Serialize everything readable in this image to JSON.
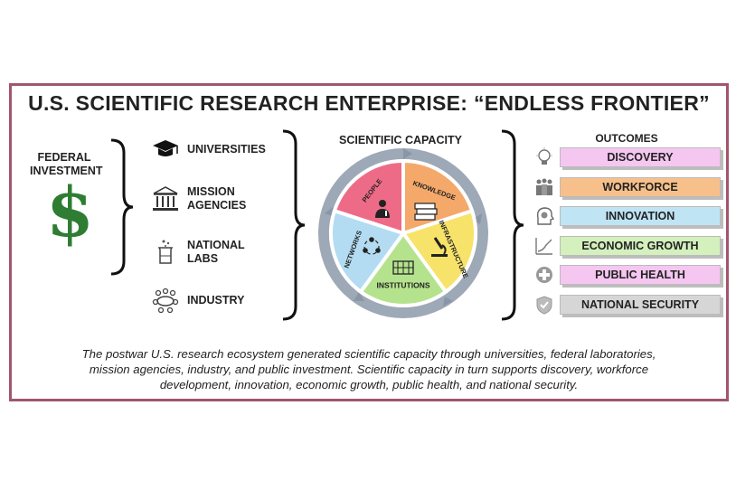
{
  "title": "U.S. SCIENTIFIC RESEARCH ENTERPRISE: “ENDLESS FRONTIER”",
  "federal": {
    "label_line1": "FEDERAL",
    "label_line2": "INVESTMENT",
    "symbol": "$",
    "color": "#2e7d32"
  },
  "sources": [
    {
      "label_line1": "UNIVERSITIES",
      "label_line2": "",
      "icon": "graduation-cap-icon"
    },
    {
      "label_line1": "MISSION",
      "label_line2": "AGENCIES",
      "icon": "government-building-icon"
    },
    {
      "label_line1": "NATIONAL",
      "label_line2": "LABS",
      "icon": "lab-beaker-icon"
    },
    {
      "label_line1": "INDUSTRY",
      "label_line2": "",
      "icon": "meeting-table-icon"
    }
  ],
  "capacity": {
    "title": "SCIENTIFIC CAPACITY",
    "segments": [
      {
        "label": "PEOPLE",
        "color": "#ee6b87",
        "icon": "scientist-icon"
      },
      {
        "label": "KNOWLEDGE",
        "color": "#f4a96a",
        "icon": "books-icon"
      },
      {
        "label": "INFRASTRUCTURE",
        "color": "#f7e36a",
        "icon": "microscope-icon"
      },
      {
        "label": "INSTITUTIONS",
        "color": "#b5e38d",
        "icon": "building-icon"
      },
      {
        "label": "NETWORKS",
        "color": "#b3dcf2",
        "icon": "network-icon"
      }
    ]
  },
  "outcomes": {
    "title": "OUTCOMES",
    "items": [
      {
        "label": "DISCOVERY",
        "color": "#f4c6f0",
        "icon": "lightbulb-icon"
      },
      {
        "label": "WORKFORCE",
        "color": "#f7c08a",
        "icon": "people-group-icon"
      },
      {
        "label": "INNOVATION",
        "color": "#bfe4f4",
        "icon": "head-gear-icon"
      },
      {
        "label": "ECONOMIC GROWTH",
        "color": "#d4f0bd",
        "icon": "growth-chart-icon"
      },
      {
        "label": "PUBLIC HEALTH",
        "color": "#f4c6f0",
        "icon": "health-cross-icon"
      },
      {
        "label": "NATIONAL SECURITY",
        "color": "#d6d6d6",
        "icon": "shield-icon"
      }
    ]
  },
  "caption": {
    "line1": "The postwar U.S. research ecosystem generated scientific capacity through universities, federal laboratories,",
    "line2": "mission agencies, industry, and public investment. Scientific capacity in turn supports discovery, workforce",
    "line3": "development, innovation, economic growth, public health, and national security."
  },
  "colors": {
    "frame": "#a0566c",
    "ring": "#9ea9b7"
  }
}
